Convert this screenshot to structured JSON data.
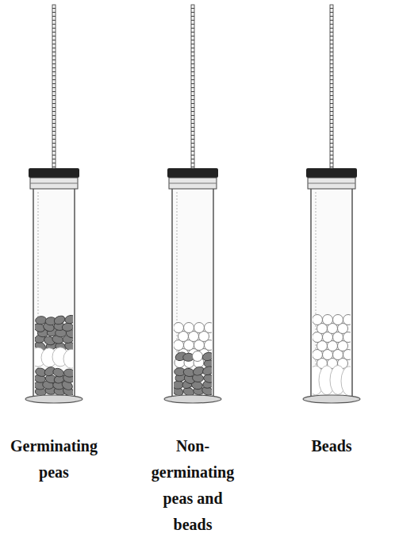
{
  "diagram": {
    "labels": [
      "Germinating peas",
      "Non-germinating peas and beads",
      "Beads"
    ]
  }
}
